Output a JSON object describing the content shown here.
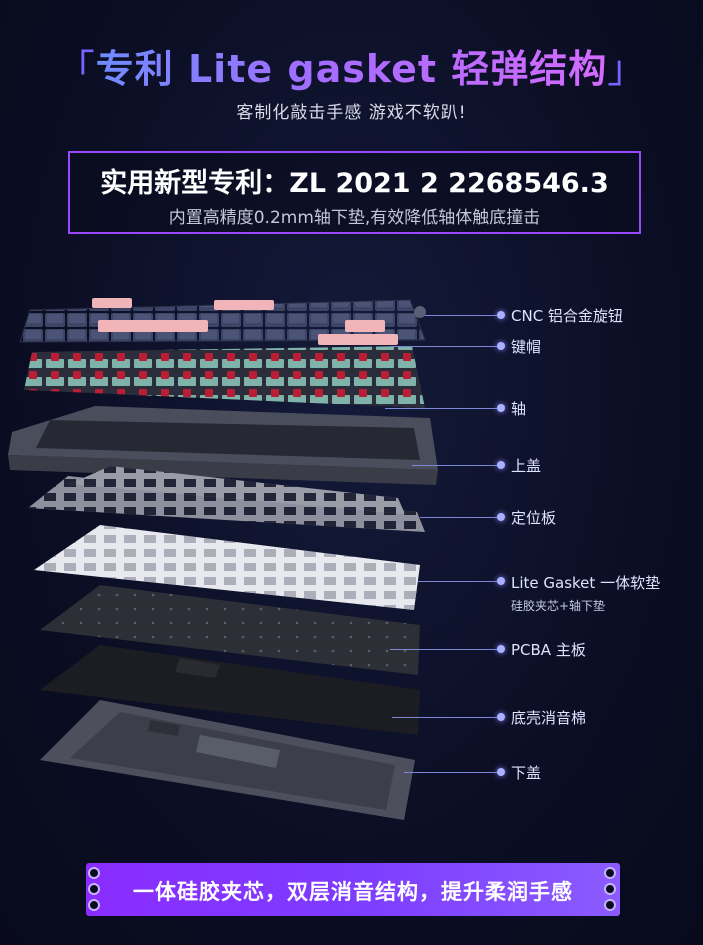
{
  "header": {
    "bracket_open": "「",
    "title": "专利 Lite gasket 轻弹结构",
    "bracket_close": "」",
    "subtitle": "客制化敲击手感 游戏不软趴!"
  },
  "patent": {
    "title": "实用新型专利：ZL 2021 2 2268546.3",
    "subtitle": "内置高精度0.2mm轴下垫,有效降低轴体触底撞击"
  },
  "layers": [
    {
      "label": "CNC 铝合金旋钮"
    },
    {
      "label": "键帽"
    },
    {
      "label": "轴"
    },
    {
      "label": "上盖"
    },
    {
      "label": "定位板"
    },
    {
      "label": "Lite Gasket 一体软垫",
      "sublabel": "硅胶夹芯+轴下垫"
    },
    {
      "label": "PCBA 主板"
    },
    {
      "label": "底壳消音棉"
    },
    {
      "label": "下盖"
    }
  ],
  "banner": {
    "text": "一体硅胶夹芯，双层消音结构，提升柔润手感"
  },
  "colors": {
    "accent_purple": "#9b47ff",
    "banner": "#8a2cff",
    "label_dot": "#a9b2ff",
    "keycap_navy": "#3a4160",
    "keycap_pink": "#f1b5b9"
  }
}
